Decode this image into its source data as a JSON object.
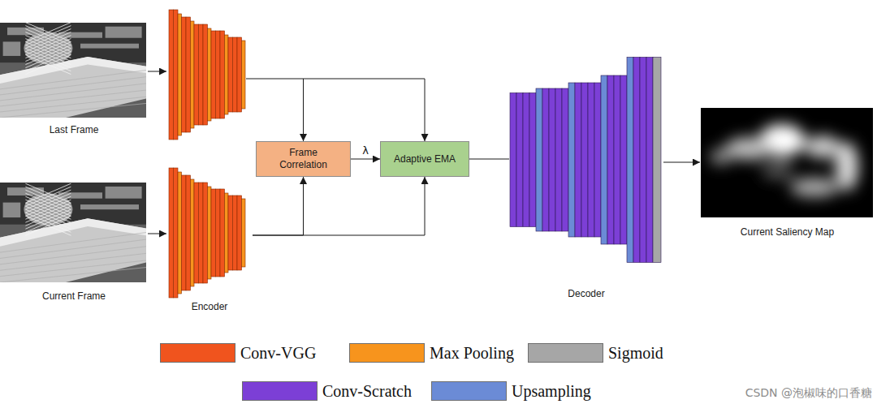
{
  "diagram": {
    "nodes": [
      {
        "text": [
          "Last Frame"
        ]
      },
      {
        "text": [
          "Current Frame"
        ]
      },
      {
        "text": [
          "Encoder"
        ]
      },
      {
        "text": [
          "Frame Correlation"
        ]
      },
      {
        "text": [
          "Adaptive EMA"
        ]
      },
      {
        "text": [
          "Decoder"
        ]
      },
      {
        "text": [
          "Current Saliency Map"
        ]
      }
    ],
    "edges": [
      {
        "from": 1,
        "to": 2,
        "arrow": "to"
      },
      {
        "from": 2,
        "to": 3,
        "arrow": "to"
      },
      {
        "from": 2,
        "to": 4,
        "arrow": "to"
      },
      {
        "from": 3,
        "to": 4,
        "label": "λ",
        "arrow": "to"
      },
      {
        "from": 4,
        "to": 5,
        "arrow": "none"
      },
      {
        "from": 5,
        "to": 6,
        "arrow": "to"
      }
    ],
    "labels": [
      "CSDN @泡椒味的口香糖"
    ],
    "legend": [
      {
        "text": "Conv-VGG",
        "color": "#f0541e"
      },
      {
        "text": "Max Pooling",
        "color": "#f7941d"
      },
      {
        "text": "Sigmoid",
        "color": "#a6a6a6"
      },
      {
        "text": "Conv-Scratch",
        "color": "#7c3fd6"
      },
      {
        "text": "Upsampling",
        "color": "#6b8bd6"
      }
    ]
  }
}
